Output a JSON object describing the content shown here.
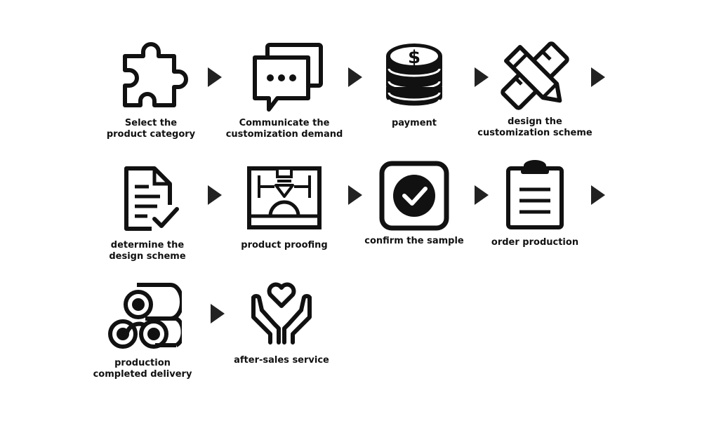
{
  "steps": [
    {
      "label": "Select the\nproduct category",
      "icon": "puzzle-piece-icon"
    },
    {
      "label": "Communicate the\ncustomization demand",
      "icon": "chat-bubbles-icon"
    },
    {
      "label": "payment",
      "icon": "coin-stack-icon"
    },
    {
      "label": "design the\ncustomization scheme",
      "icon": "pencil-ruler-icon"
    },
    {
      "label": "determine the\ndesign scheme",
      "icon": "document-check-icon"
    },
    {
      "label": "product proofing",
      "icon": "3d-printer-icon"
    },
    {
      "label": "confirm the sample",
      "icon": "checkmark-icon"
    },
    {
      "label": "order production",
      "icon": "clipboard-icon"
    },
    {
      "label": "production\ncompleted delivery",
      "icon": "rolls-icon"
    },
    {
      "label": "after-sales service",
      "icon": "hands-heart-icon"
    }
  ],
  "coin_symbol": "$",
  "accent_color": "#111111"
}
